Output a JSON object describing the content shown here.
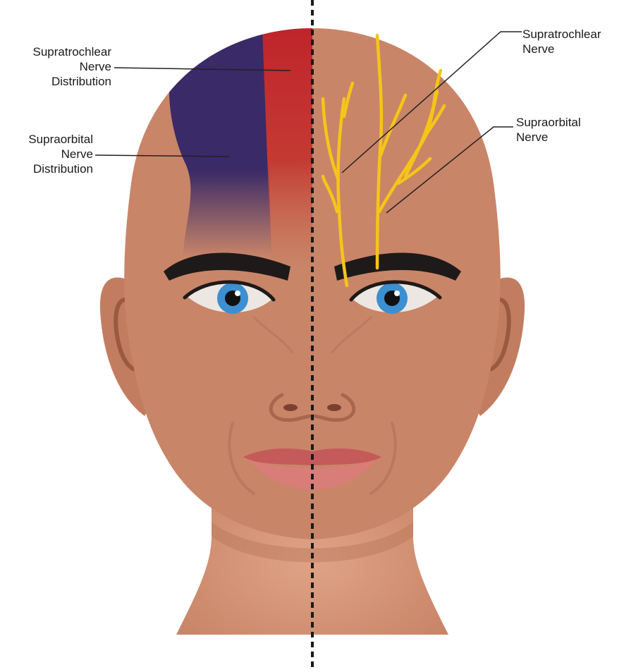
{
  "labels": {
    "left_supratrochlear": [
      "Supratrochlear",
      "Nerve",
      "Distribution"
    ],
    "left_supraorbital": [
      "Supraorbital",
      "Nerve",
      "Distribution"
    ],
    "right_supratrochlear": [
      "Supratrochlear",
      "Nerve"
    ],
    "right_supraorbital": [
      "Supraorbital",
      "Nerve"
    ]
  },
  "colors": {
    "skin": "#c98568",
    "skin_shadow": "#b06f55",
    "supratrochlear_region": "#c0242c",
    "supraorbital_region": "#3a2a67",
    "nerve": "#f5c518",
    "eyebrow": "#1e1a1a",
    "iris": "#3c8fd0",
    "lips": "#c45a5a",
    "midline": "#1a1a1a"
  }
}
